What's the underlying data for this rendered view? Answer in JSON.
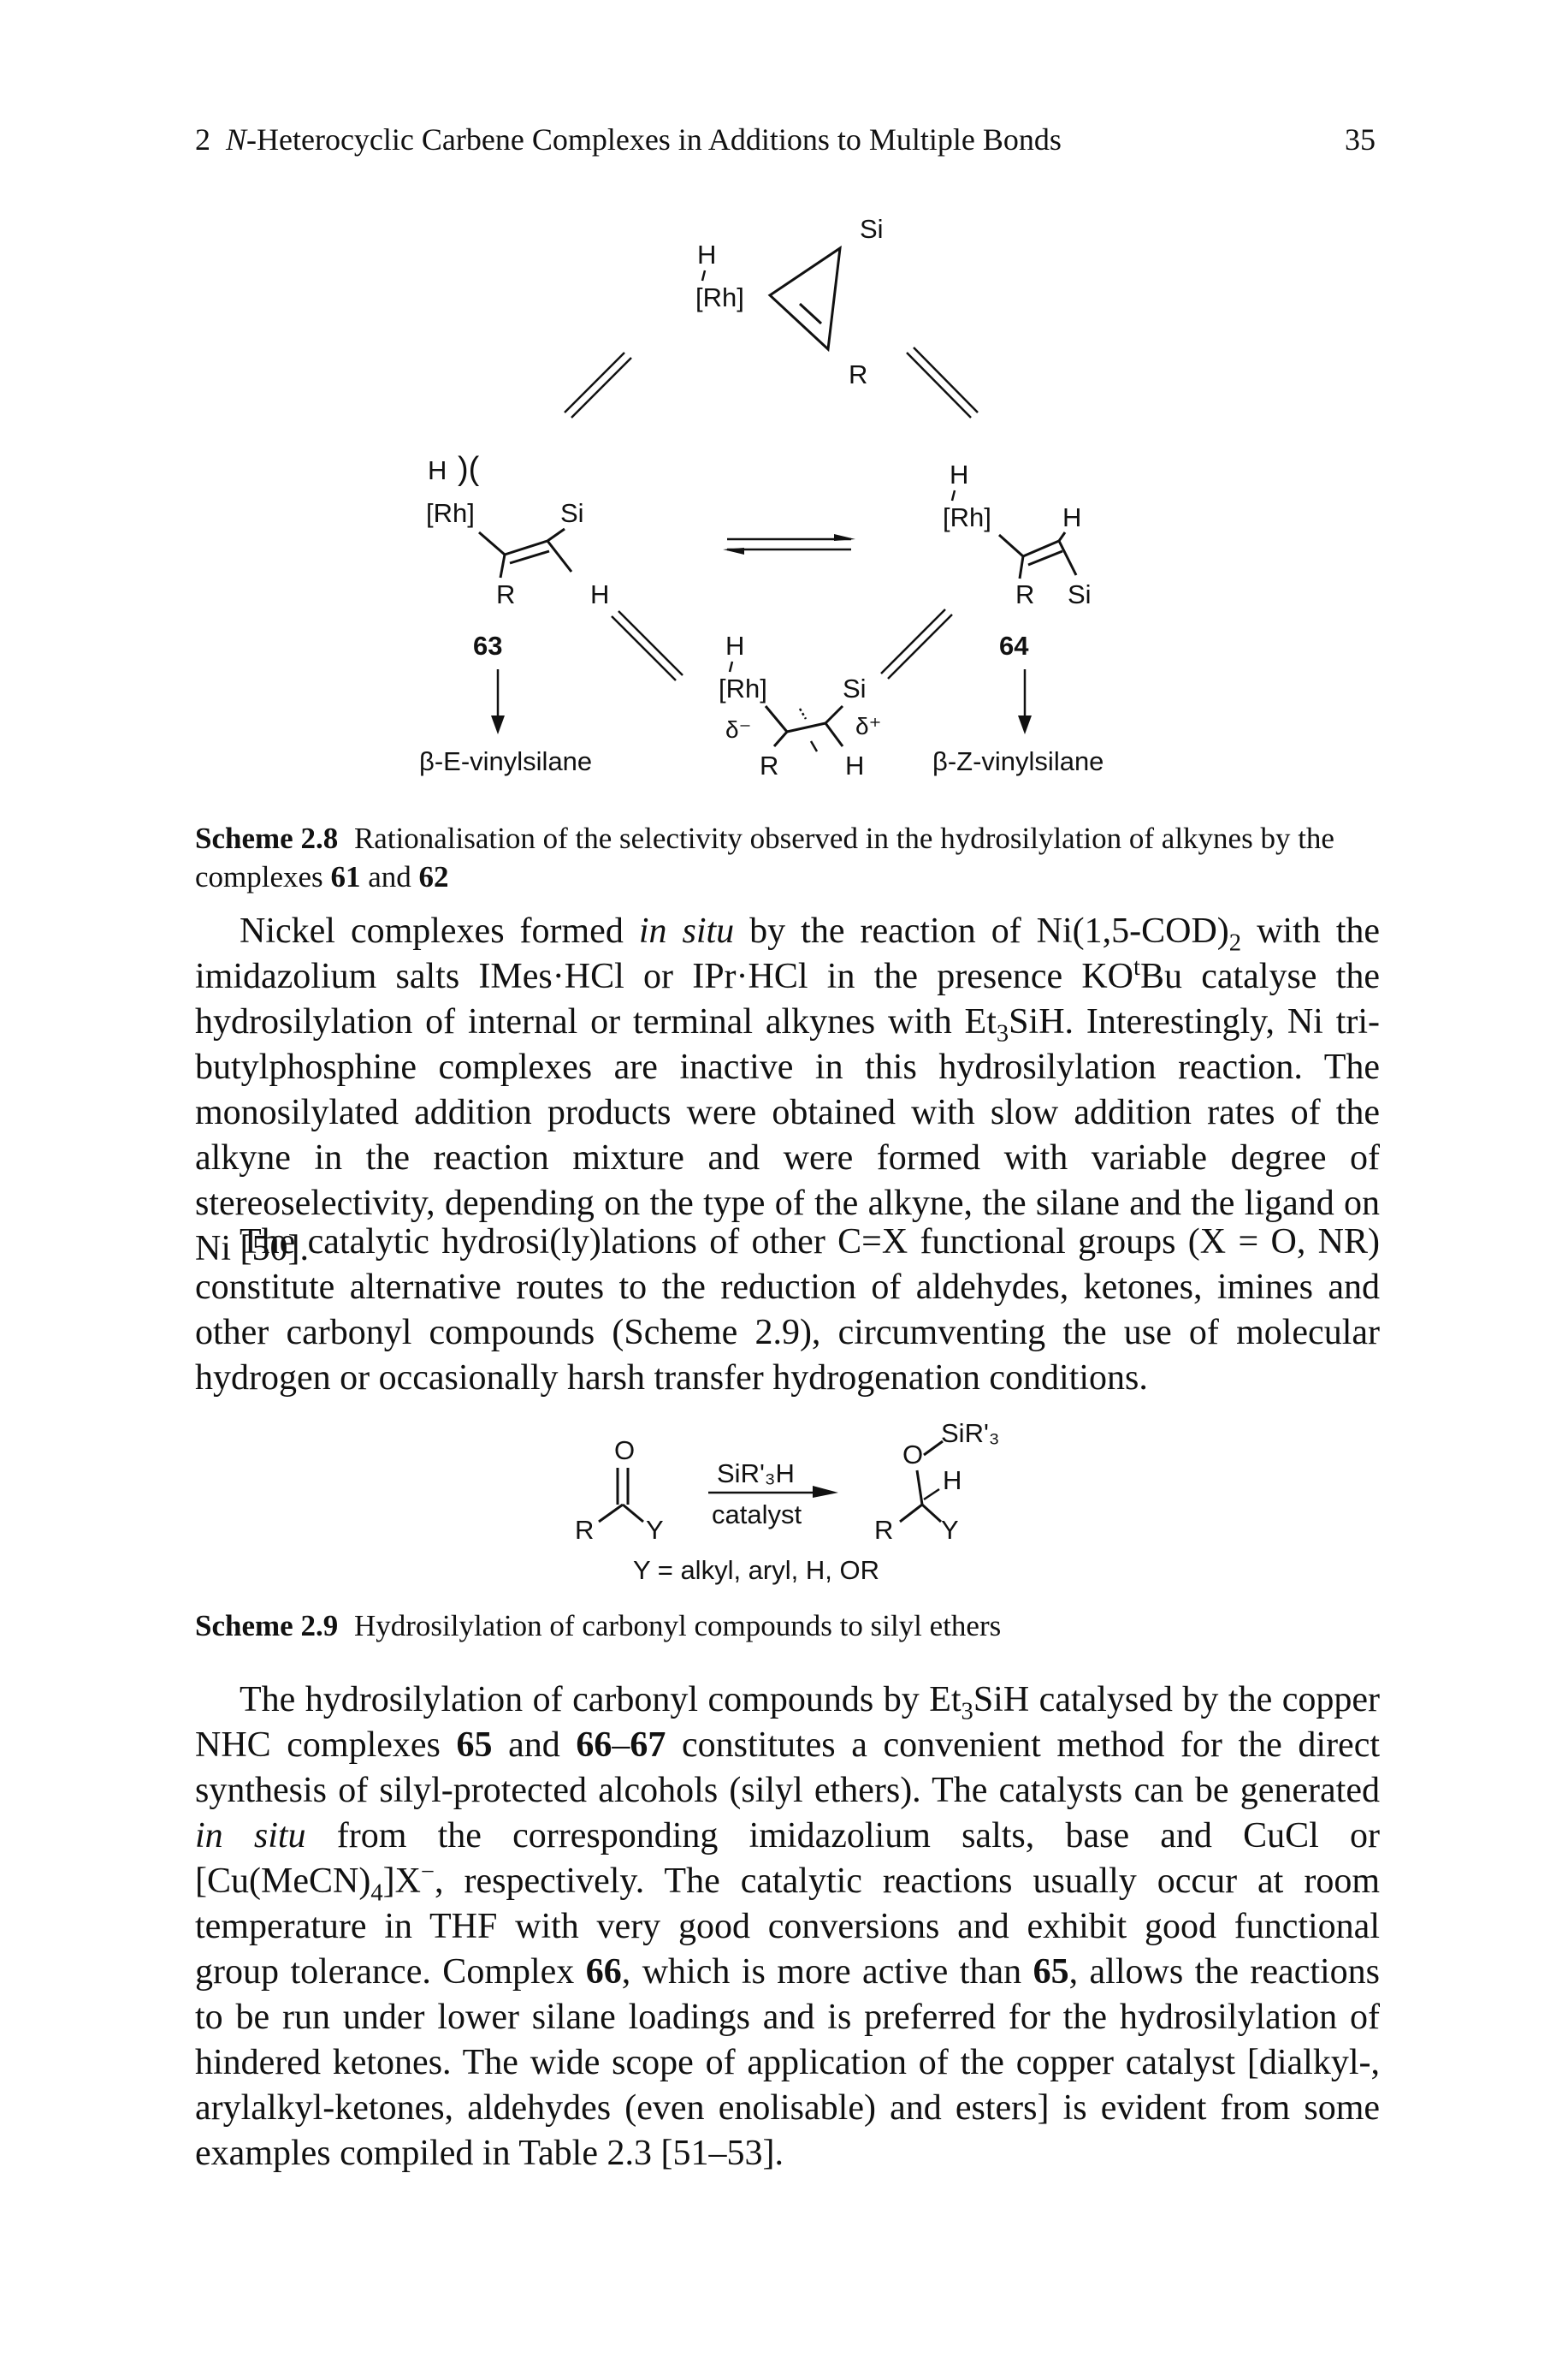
{
  "header": {
    "chapter_number": "2",
    "chapter_prefix_italic": "N",
    "chapter_rest": "-Heterocyclic Carbene Complexes in Additions to Multiple Bonds",
    "page_number": "35"
  },
  "scheme_2_8": {
    "top_H": "H",
    "top_Rh": "[Rh]",
    "top_Si": "Si",
    "top_R": "R",
    "left_H": "H",
    "left_steric": ")(",
    "left_Rh": "[Rh]",
    "left_Si": "Si",
    "left_R": "R",
    "left_H2": "H",
    "left_num": "63",
    "left_product": "β-E-vinylsilane",
    "right_H": "H",
    "right_Rh": "[Rh]",
    "right_H2": "H",
    "right_R": "R",
    "right_Si": "Si",
    "right_num": "64",
    "right_product": "β-Z-vinylsilane",
    "bottom_H": "H",
    "bottom_Rh": "[Rh]",
    "bottom_Si": "Si",
    "bottom_dminus": "δ⁻",
    "bottom_dplus": "δ⁺",
    "bottom_R": "R",
    "bottom_H2": "H"
  },
  "caption_2_8": {
    "label": "Scheme 2.8",
    "text": "Rationalisation of the selectivity observed in the hydrosilylation of alkynes by the complexes",
    "num1": "61",
    "and": "and",
    "num2": "62"
  },
  "para1": {
    "t1": "Nickel complexes formed",
    "t1i": "in situ",
    "t2": "by the reaction of Ni(1,5-COD)",
    "t2sub": "2",
    "t3": "with the imidazolium salts IMes·HCl or IPr·HCl in the presence KO",
    "t3sup": "t",
    "t4": "Bu catalyse the hydrosilylation of internal or terminal alkynes with Et",
    "t4sub": "3",
    "t5": "SiH. Interestingly, Ni tri-butylphosphine complexes are inactive in this hydrosilylation reaction. The monosilylated addition products were obtained with slow addition rates of the alkyne in the reaction mixture and were formed with variable degree of stereoselectivity, depending on the type of the alkyne, the silane and the ligand on Ni [50]."
  },
  "para2": {
    "text": "The catalytic hydrosi(ly)lations of other C=X functional groups (X = O, NR) constitute alternative routes to the reduction of aldehydes, ketones, imines and other carbonyl compounds (Scheme 2.9), circumventing the use of molecular hydrogen or occasionally harsh transfer hydrogenation conditions."
  },
  "scheme_2_9": {
    "O": "O",
    "R": "R",
    "Y": "Y",
    "reagent_top": "SiR'₃H",
    "reagent_bottom": "catalyst",
    "prod_O": "O",
    "prod_SiR": "SiR'₃",
    "prod_H": "H",
    "prod_R": "R",
    "prod_Y": "Y",
    "legend": "Y = alkyl, aryl, H, OR"
  },
  "caption_2_9": {
    "label": "Scheme 2.9",
    "text": "Hydrosilylation of carbonyl compounds to silyl ethers"
  },
  "para3": {
    "t1": "The hydrosilylation of carbonyl compounds by Et",
    "t1sub": "3",
    "t2": "SiH catalysed by the copper NHC complexes",
    "b1": "65",
    "t3": "and",
    "b2": "66",
    "dash": "–",
    "b3": "67",
    "t4": "constitutes a convenient method for the direct synthesis of silyl-protected alcohols (silyl ethers). The catalysts can be generated",
    "t4i": "in situ",
    "t5": "from the corresponding imidazolium salts, base and CuCl or [Cu(MeCN)",
    "t5sub": "4",
    "t6": "]X",
    "t6sup": "−",
    "t7": ", respectively. The catalytic reactions usually occur at room temperature in THF with very good conversions and exhibit good functional group tolerance. Complex",
    "b4": "66",
    "t8": ", which is more active than",
    "b5": "65",
    "t9": ", allows the reactions to be run under lower silane loadings and is preferred for the hydrosilylation of hindered ketones. The wide scope of application of the copper catalyst [dialkyl-, arylalkyl-ketones, aldehydes (even enolisable) and esters] is evident from some examples compiled in Table 2.3 [51–53]."
  }
}
